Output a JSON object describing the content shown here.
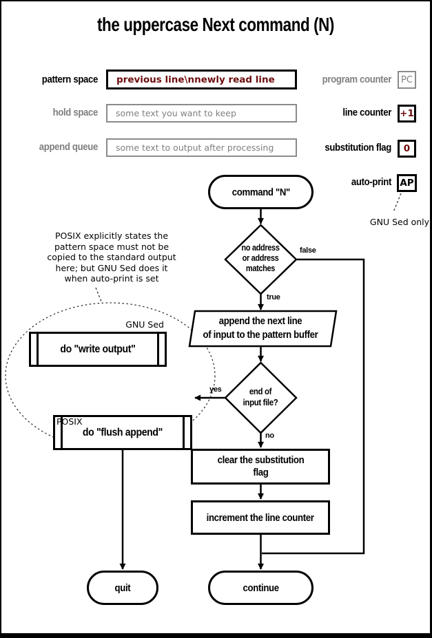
{
  "title": "the uppercase Next command (N)",
  "registers": {
    "pattern_space": {
      "label": "pattern space",
      "value": "previous line\\nnewly read line"
    },
    "hold_space": {
      "label": "hold space",
      "value": "some text you want to keep"
    },
    "append_queue": {
      "label": "append queue",
      "value": "some text to output after processing"
    },
    "program_counter": {
      "label": "program counter",
      "value": "PC"
    },
    "line_counter": {
      "label": "line counter",
      "value": "+1"
    },
    "substitution_flag": {
      "label": "substitution flag",
      "value": "0"
    },
    "auto_print": {
      "label": "auto-print",
      "value": "AP"
    },
    "auto_print_note": "GNU Sed only"
  },
  "flow": {
    "start": "command \"N\"",
    "decision_address": "no address\nor address\nmatches",
    "append_io": "append the next line\nof input to the pattern buffer",
    "decision_eof": "end of\ninput file?",
    "clear_flag": "clear the substitution\nflag",
    "increment": "increment the line counter",
    "quit": "quit",
    "continue": "continue",
    "write_output": "do \"write output\"",
    "flush_append": "do \"flush append\""
  },
  "branch_labels": {
    "false": "false",
    "true": "true",
    "yes": "yes",
    "no": "no"
  },
  "annotations": {
    "posix_note": "POSIX explicitly states the\npattern space must not be\ncopied to the standard output\nhere; but GNU Sed does it\nwhen auto-print is set",
    "gnu_sed": "GNU Sed",
    "posix": "POSIX"
  },
  "colors": {
    "maroon": "#6e0d0d",
    "gray": "#808080"
  }
}
